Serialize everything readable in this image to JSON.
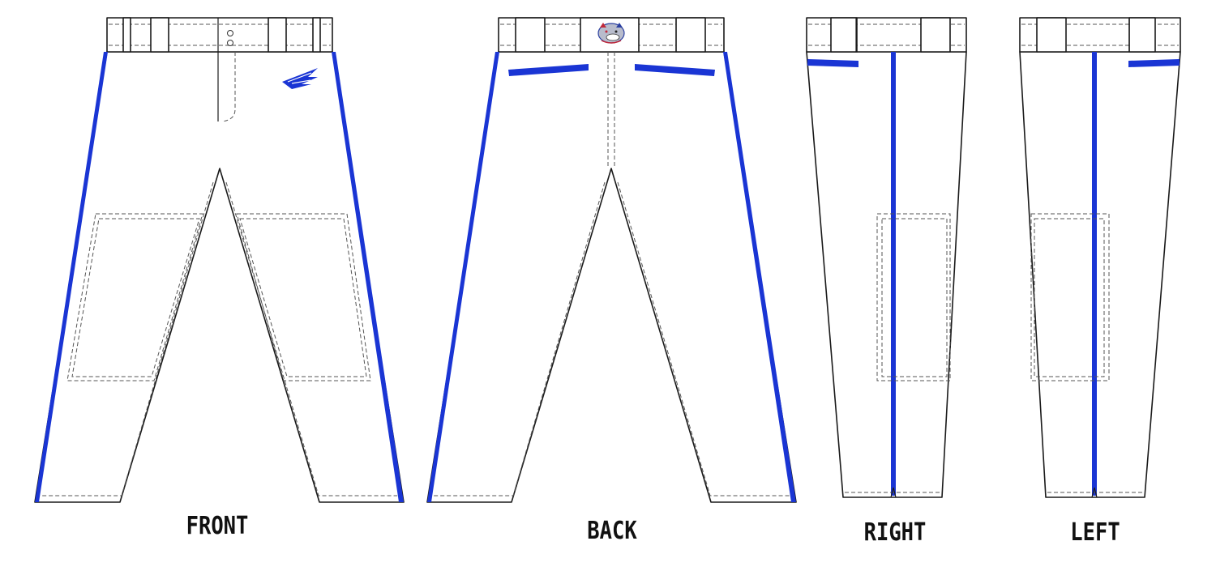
{
  "views": [
    {
      "id": "front",
      "label": "FRONT"
    },
    {
      "id": "back",
      "label": "BACK"
    },
    {
      "id": "right",
      "label": "RIGHT"
    },
    {
      "id": "left",
      "label": "LEFT"
    }
  ],
  "colors": {
    "stripe": "#1a35d4",
    "pants": "#ffffff",
    "outline": "#1a1a1a"
  },
  "icons": {
    "front_logo": "arrow-chevron-logo-icon",
    "back_logo": "bulldog-mascot-icon"
  }
}
